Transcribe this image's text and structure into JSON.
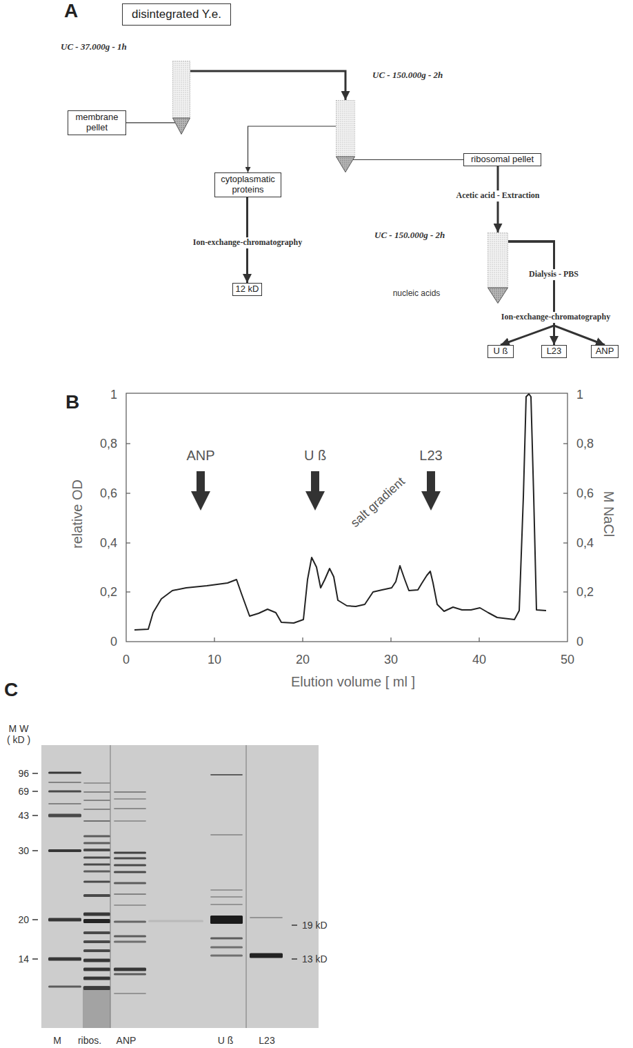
{
  "diagram": {
    "nodes": [
      {
        "text": [
          "disintegrated Y.e."
        ]
      },
      {
        "text": [
          "UC - 37.000g - 1h"
        ]
      },
      {
        "text": [
          "UC - 150.000g - 2h"
        ]
      },
      {
        "text": [
          "membrane pellet"
        ]
      },
      {
        "text": [
          "cytoplasmatic proteins"
        ]
      },
      {
        "text": [
          "ribosomal pellet"
        ]
      },
      {
        "text": [
          "UC - 150.000g - 2h"
        ]
      },
      {
        "text": [
          "12 kD"
        ]
      },
      {
        "text": [
          "U ß"
        ]
      },
      {
        "text": [
          "L23"
        ]
      },
      {
        "text": [
          "ANP"
        ]
      }
    ],
    "edges": [
      {
        "from": 1,
        "to": 2,
        "arrow": "to"
      },
      {
        "from": 1,
        "to": 3,
        "arrow": "none"
      },
      {
        "from": 2,
        "to": 4,
        "arrow": "to"
      },
      {
        "from": 2,
        "to": 5,
        "arrow": "none"
      },
      {
        "from": 4,
        "to": 7,
        "label": "Ion-exchange-chromatography",
        "arrow": "to"
      },
      {
        "from": 5,
        "to": 6,
        "label": "Acetic acid - Extraction",
        "arrow": "to"
      },
      {
        "from": 6,
        "to": 8,
        "arrow": "to"
      },
      {
        "from": 6,
        "to": 9,
        "arrow": "to"
      },
      {
        "from": 6,
        "to": 10,
        "arrow": "to"
      }
    ],
    "labels": [
      "A",
      "nucleic acids",
      "Dialysis - PBS",
      "Ion-exchange-chromatography",
      "B",
      "1",
      "0,8",
      "0,6",
      "0,4",
      "0,2",
      "0",
      "relative OD",
      "1",
      "0,8",
      "0,6",
      "0,4",
      "0,2",
      "0",
      "M NaCl",
      "0",
      "10",
      "20",
      "30",
      "40",
      "50",
      "Elution volume [ ml ]",
      "ANP",
      "U ß",
      "L23",
      "salt gradient",
      "C",
      "M W ( kD )",
      "96",
      "69",
      "43",
      "30",
      "20",
      "14",
      "19 kD",
      "13 kD",
      "M",
      "ribos.",
      "ANP",
      "U ß",
      "L23"
    ]
  }
}
